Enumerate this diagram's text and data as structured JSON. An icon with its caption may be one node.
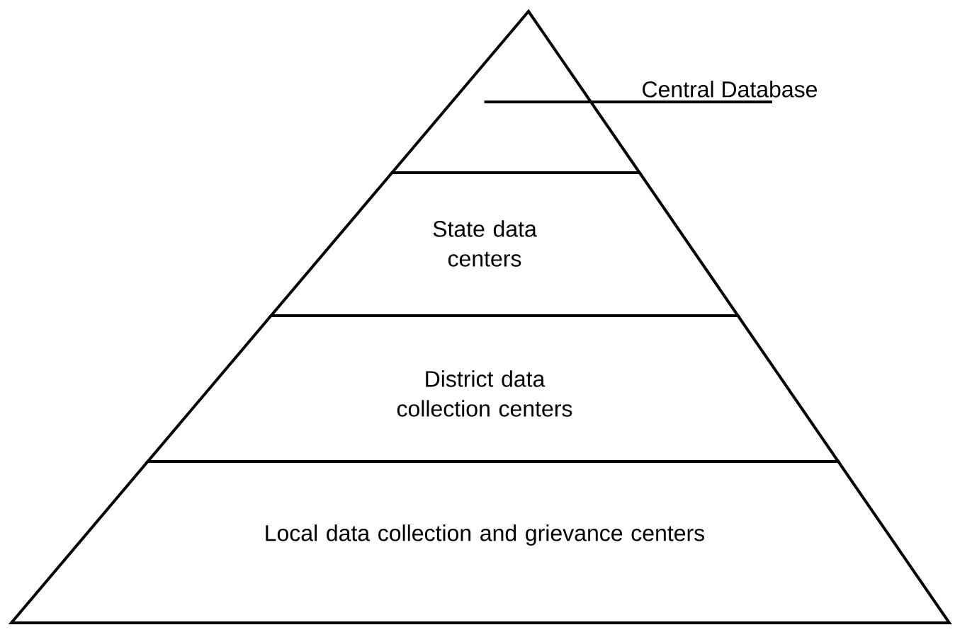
{
  "diagram": {
    "nodes": [
      {
        "text": [],
        "shape": "triangle"
      },
      {
        "text": [
          "Central Database"
        ]
      },
      {
        "text": [
          "State data centers"
        ]
      },
      {
        "text": [
          "District data collection centers"
        ]
      },
      {
        "text": [
          "Local data collection and grievance centers"
        ]
      }
    ],
    "edges": [
      {
        "from": 1,
        "to": 0,
        "arrow": "none"
      }
    ]
  }
}
